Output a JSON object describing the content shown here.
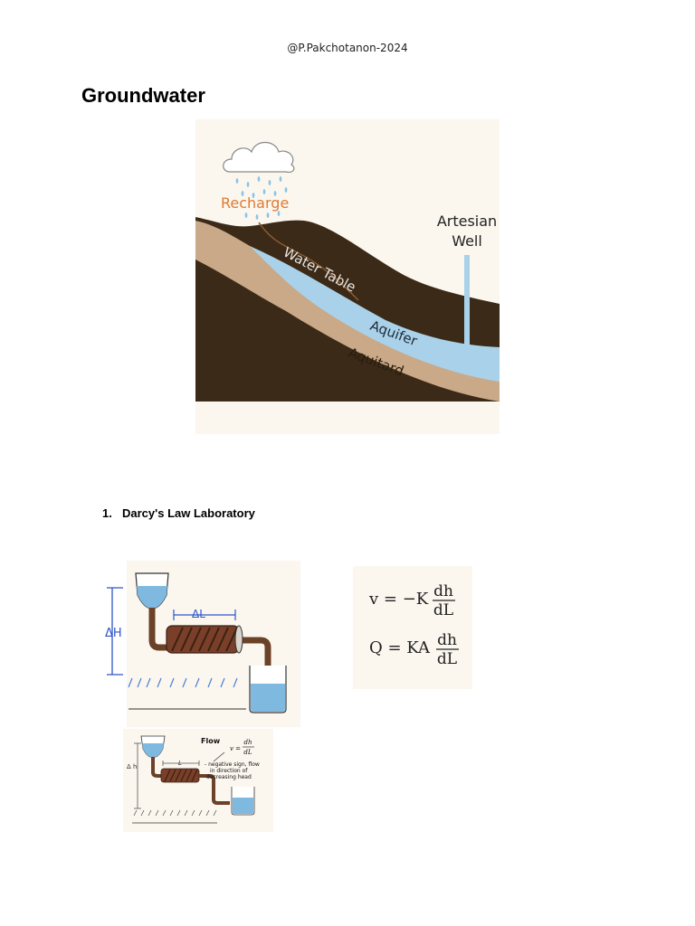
{
  "header": {
    "credit": "@P.Pakchotanon-2024"
  },
  "page_title": "Groundwater",
  "groundwater_diagram": {
    "labels": {
      "recharge": "Recharge",
      "artesian": "Artesian",
      "well": "Well",
      "water_table": "Water Table",
      "aquifer": "Aquifer",
      "aquitard": "Aquitard"
    }
  },
  "section": {
    "number": "1.",
    "title": "Darcy's Law Laboratory"
  },
  "sketch": {
    "delta_l": "ΔL",
    "delta_h": "ΔH"
  },
  "equations": {
    "v_lhs": "v = −K",
    "q_lhs": "Q = KA",
    "numerator": "dh",
    "denominator": "dL"
  },
  "small_diagram": {
    "flow": "Flow",
    "v": "v =",
    "numerator": "dh",
    "denominator": "dL",
    "length": "L",
    "delta_h": "Δ h",
    "note_line1": "- negative sign, flow",
    "note_line2": "in direction of",
    "note_line3": "decreasing head"
  },
  "colors": {
    "soil_dark": "#3b2a17",
    "aquifer_blue": "#a9d2ea",
    "aquitard_tan": "#c9a988",
    "recharge_orange": "#e07a32",
    "paper": "#fbf7ef"
  }
}
